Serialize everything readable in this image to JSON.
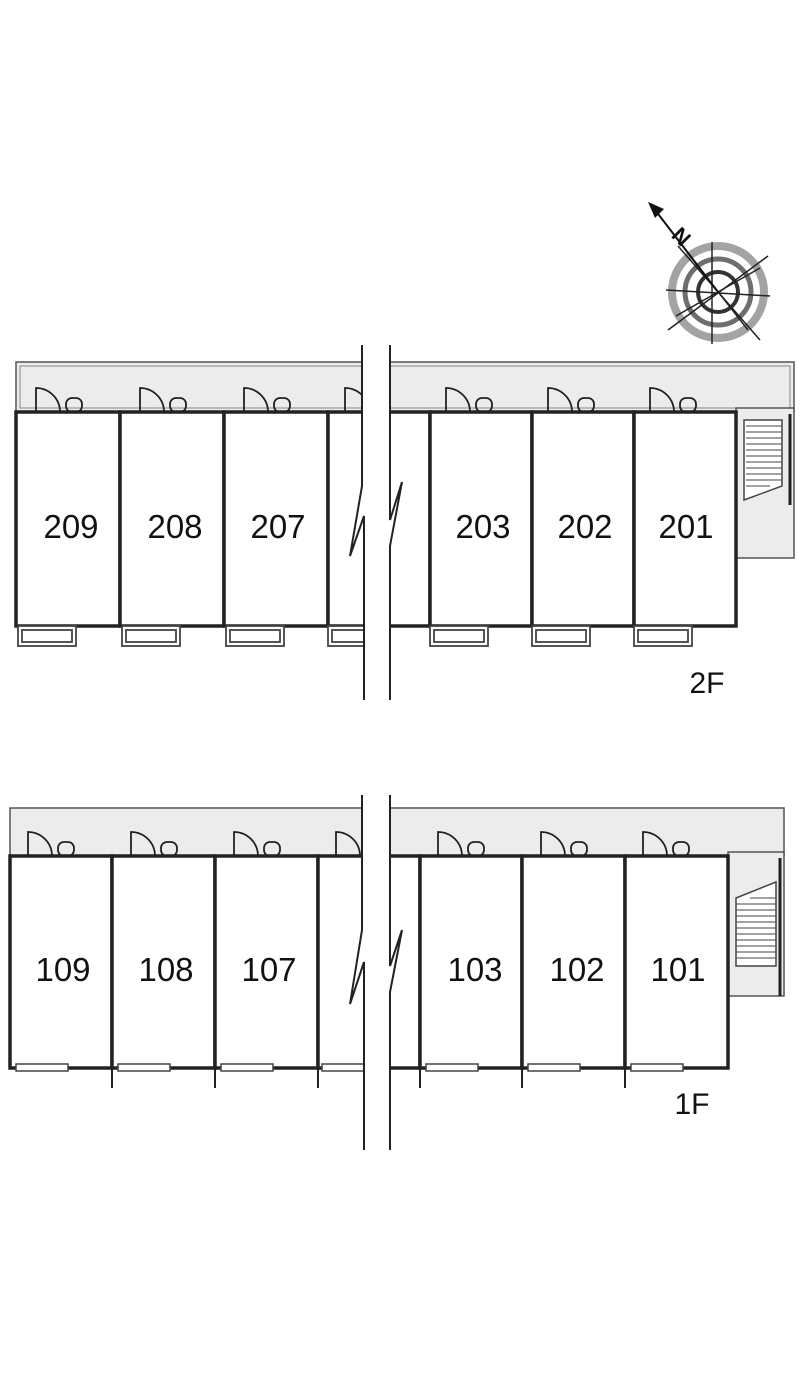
{
  "compass": {
    "icon": "north-compass-icon",
    "north_label": "N"
  },
  "floors": [
    {
      "label": "2F",
      "units_left": [
        "209",
        "208",
        "207"
      ],
      "units_right": [
        "203",
        "202",
        "201"
      ]
    },
    {
      "label": "1F",
      "units_left": [
        "109",
        "108",
        "107"
      ],
      "units_right": [
        "103",
        "102",
        "101"
      ]
    }
  ],
  "colors": {
    "wall": "#222222",
    "corridor": "#ececec",
    "line": "#555555",
    "compass_ring": "#9a9a9a"
  }
}
